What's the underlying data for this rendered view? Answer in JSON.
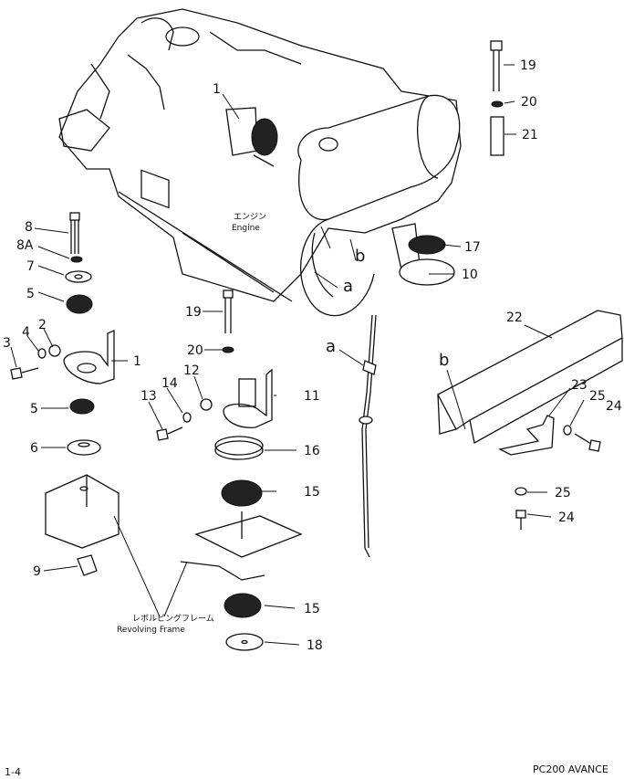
{
  "callouts": [
    {
      "id": "c1_top",
      "text": "1"
    },
    {
      "id": "c1",
      "text": "1"
    },
    {
      "id": "c2",
      "text": "2"
    },
    {
      "id": "c3",
      "text": "3"
    },
    {
      "id": "c4",
      "text": "4"
    },
    {
      "id": "c5a",
      "text": "5"
    },
    {
      "id": "c5b",
      "text": "5"
    },
    {
      "id": "c6",
      "text": "6"
    },
    {
      "id": "c7",
      "text": "7"
    },
    {
      "id": "c8",
      "text": "8"
    },
    {
      "id": "c8a",
      "text": "8A"
    },
    {
      "id": "c9",
      "text": "9"
    },
    {
      "id": "c10",
      "text": "10"
    },
    {
      "id": "c11",
      "text": "11"
    },
    {
      "id": "c12",
      "text": "12"
    },
    {
      "id": "c13",
      "text": "13"
    },
    {
      "id": "c14",
      "text": "14"
    },
    {
      "id": "c15a",
      "text": "15"
    },
    {
      "id": "c15b",
      "text": "15"
    },
    {
      "id": "c16",
      "text": "16"
    },
    {
      "id": "c17",
      "text": "17"
    },
    {
      "id": "c18",
      "text": "18"
    },
    {
      "id": "c19a",
      "text": "19"
    },
    {
      "id": "c19b",
      "text": "19"
    },
    {
      "id": "c20a",
      "text": "20"
    },
    {
      "id": "c20b",
      "text": "20"
    },
    {
      "id": "c21",
      "text": "21"
    },
    {
      "id": "c22",
      "text": "22"
    },
    {
      "id": "c23",
      "text": "23"
    },
    {
      "id": "c24a",
      "text": "24"
    },
    {
      "id": "c24b",
      "text": "24"
    },
    {
      "id": "c25a",
      "text": "25"
    },
    {
      "id": "c25b",
      "text": "25"
    }
  ],
  "refs": {
    "a1": "a",
    "a2": "a",
    "b1": "b",
    "b2": "b"
  },
  "labels": {
    "engine_jp": "エンジン",
    "engine_en": "Engine",
    "frame_jp": "レボルビングフレーム",
    "frame_en": "Revolving  Frame"
  },
  "footer": {
    "page": "1-4",
    "model": "PC200 AVANCE"
  }
}
